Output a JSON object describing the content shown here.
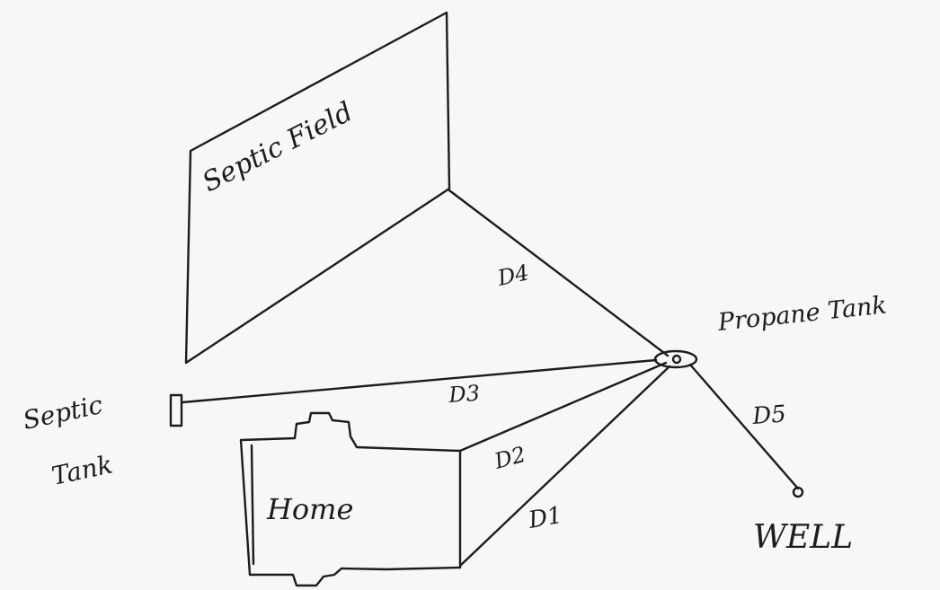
{
  "labels": {
    "septic_field": "Septic Field",
    "propane_tank": "Propane Tank",
    "septic_tank_line1": "Septic",
    "septic_tank_line2": "Tank",
    "home": "Home",
    "well": "WELL",
    "d1": "D1",
    "d2": "D2",
    "d3": "D3",
    "d4": "D4",
    "d5": "D5"
  },
  "colors": {
    "ink": "#1c1c1c",
    "paper": "#f7f7f5"
  }
}
